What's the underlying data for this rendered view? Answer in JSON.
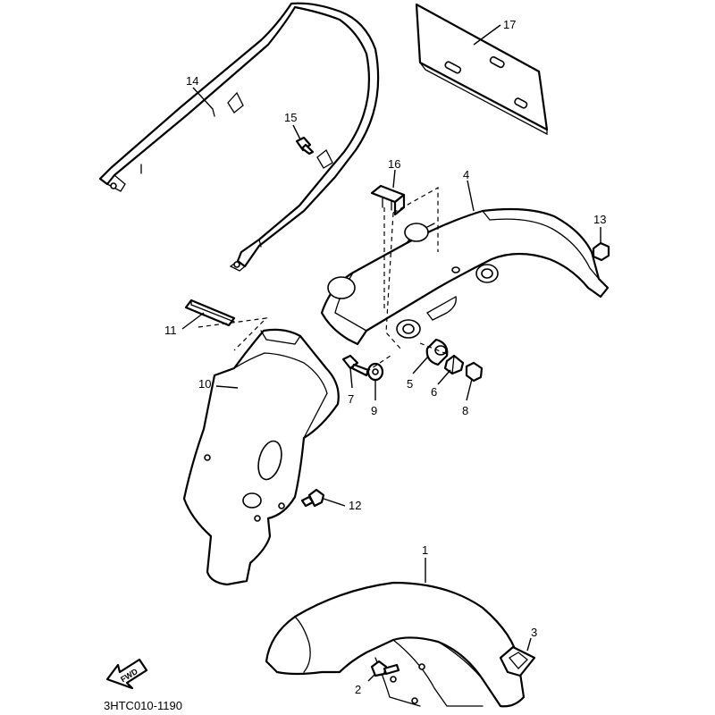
{
  "callouts": [
    {
      "id": "1",
      "label": "1"
    },
    {
      "id": "2",
      "label": "2"
    },
    {
      "id": "3",
      "label": "3"
    },
    {
      "id": "4",
      "label": "4"
    },
    {
      "id": "5",
      "label": "5"
    },
    {
      "id": "6",
      "label": "6"
    },
    {
      "id": "7",
      "label": "7"
    },
    {
      "id": "8",
      "label": "8"
    },
    {
      "id": "9",
      "label": "9"
    },
    {
      "id": "10",
      "label": "10"
    },
    {
      "id": "11",
      "label": "11"
    },
    {
      "id": "12",
      "label": "12"
    },
    {
      "id": "13",
      "label": "13"
    },
    {
      "id": "14",
      "label": "14"
    },
    {
      "id": "15",
      "label": "15"
    },
    {
      "id": "16",
      "label": "16"
    },
    {
      "id": "17",
      "label": "17"
    }
  ],
  "direction_arrow": {
    "label": "FWD",
    "icon": "forward-arrow-icon"
  },
  "drawing_code": "3HTC010-1190",
  "colors": {
    "line": "#000000",
    "background": "#ffffff"
  }
}
